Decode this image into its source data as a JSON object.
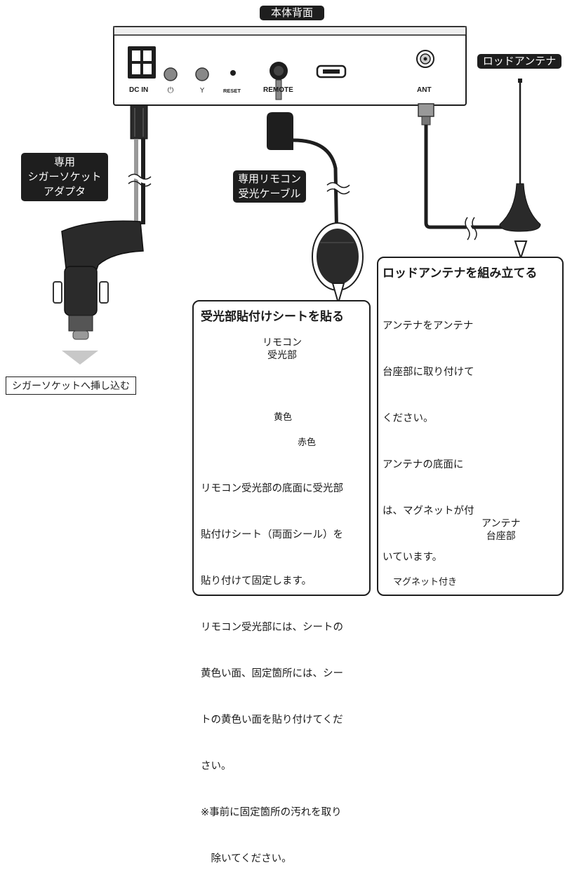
{
  "device": {
    "title": "本体背面",
    "ports": {
      "dc_in": "DC IN",
      "reset": "RESET",
      "remote": "REMOTE",
      "ant": "ANT"
    }
  },
  "labels": {
    "rod_antenna": "ロッドアンテナ",
    "cigar_adapter": [
      "専用",
      "シガーソケット",
      "アダプタ"
    ],
    "remote_cable": [
      "専用リモコン",
      "受光ケーブル"
    ],
    "insert_socket": "シガーソケットへ挿し込む"
  },
  "sticker_panel": {
    "title": "受光部貼付けシートを貼る",
    "receiver_label": [
      "リモコン",
      "受光部"
    ],
    "yellow_label": "黄色",
    "red_label": "赤色",
    "text": [
      "リモコン受光部の底面に受光部",
      "貼付けシート（両面シール）を",
      "貼り付けて固定します。",
      "リモコン受光部には、シートの",
      "黄色い面、固定箇所には、シー",
      "トの黄色い面を貼り付けてくだ",
      "さい。",
      "※事前に固定箇所の汚れを取り",
      "　除いてください。"
    ]
  },
  "antenna_panel": {
    "title": "ロッドアンテナを組み立てる",
    "text": [
      "アンテナをアンテナ",
      "台座部に取り付けて",
      "ください。",
      "アンテナの底面に",
      "は、マグネットが付",
      "いています。"
    ],
    "base_label": [
      "アンテナ",
      "台座部"
    ],
    "magnet_label": "マグネット付き"
  }
}
